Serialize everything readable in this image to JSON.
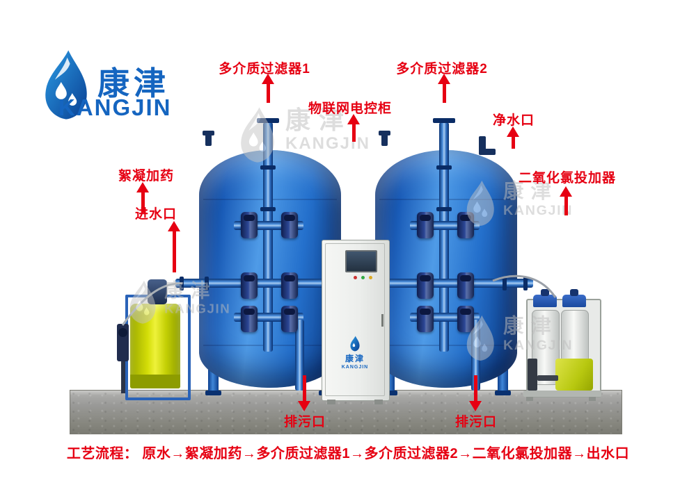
{
  "brand": {
    "logo_cn": "康津",
    "logo_en": "KANGJIN"
  },
  "watermark": {
    "cn": "康津",
    "en": "KANGJIN"
  },
  "annotations": {
    "filter1": "多介质过滤器1",
    "filter2": "多介质过滤器2",
    "iot_cabinet": "物联网电控柜",
    "clean_water_outlet": "净水口",
    "flocculant_dosing": "絮凝加药",
    "water_inlet": "进水口",
    "chlorine_dioxide_doser": "二氧化氯投加器",
    "drain_left": "排污口",
    "drain_right": "排污口"
  },
  "process_flow": {
    "text": "工艺流程： 原水→絮凝加药→多介质过滤器1→多介质过滤器2→二氧化氯投加器→出水口",
    "steps": [
      "原水",
      "絮凝加药",
      "多介质过滤器1",
      "多介质过滤器2",
      "二氧化氯投加器",
      "出水口"
    ]
  },
  "cabinet": {
    "logo_cn": "康津",
    "logo_en": "KANGJIN"
  },
  "colors": {
    "annotation_red": "#e60012",
    "tank_blue": "#1f6cc9",
    "logo_blue": "#1565c0",
    "dosing_tank_yellow": "#cdd60a",
    "base_gray": "#8f8f8d",
    "watermark_gray": "#c4c4c4",
    "cabinet_body": "#eef0ee"
  }
}
